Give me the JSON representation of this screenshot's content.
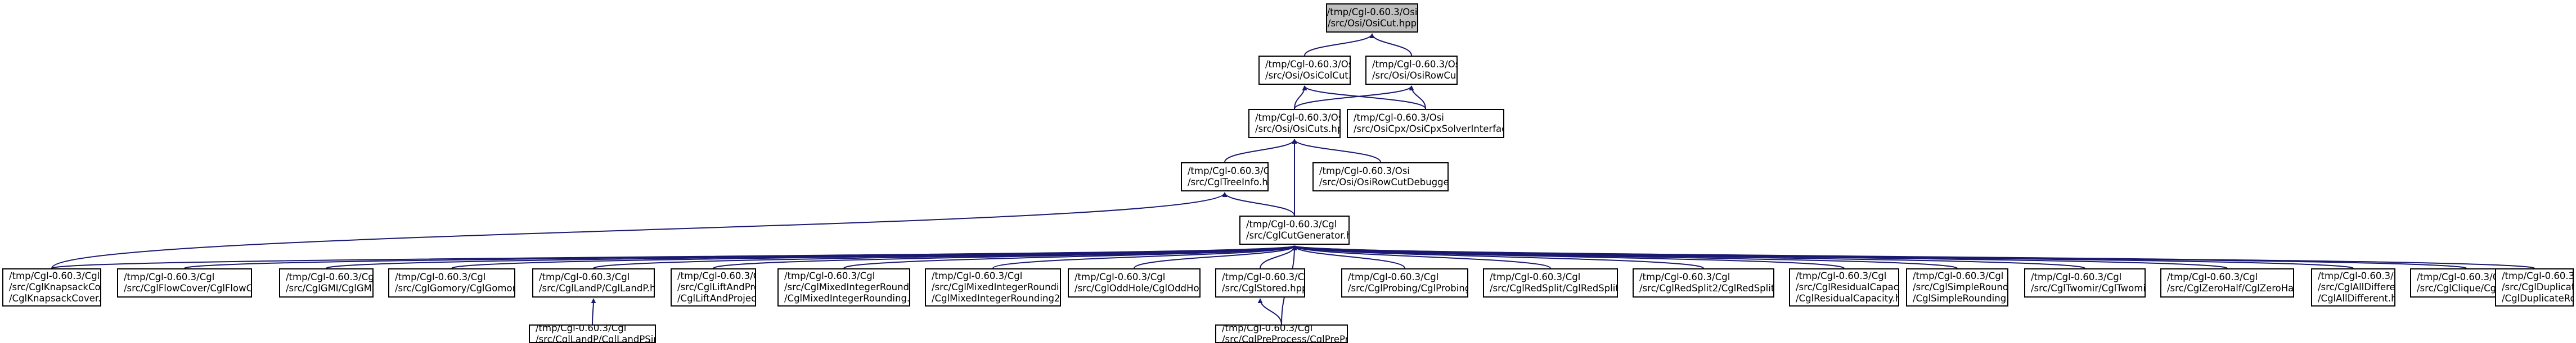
{
  "title": "Dependency graph of /tmp/Cgl-0.60.3/Osi/src/Osi/OsiCut.hpp",
  "colors": {
    "edge": "#191970",
    "border": "#000000",
    "root_fill": "#bfbfbf",
    "node_fill": "#ffffff"
  },
  "nodes": [
    {
      "id": "n0",
      "l1": "/tmp/Cgl-0.60.3/Osi",
      "l2": "/src/Osi/OsiCut.hpp"
    },
    {
      "id": "n1",
      "l1": "/tmp/Cgl-0.60.3/Osi",
      "l2": "/src/Osi/OsiColCut.hpp"
    },
    {
      "id": "n2",
      "l1": "/tmp/Cgl-0.60.3/Osi",
      "l2": "/src/Osi/OsiRowCut.hpp"
    },
    {
      "id": "n3",
      "l1": "/tmp/Cgl-0.60.3/Osi",
      "l2": "/src/Osi/OsiCuts.hpp"
    },
    {
      "id": "n4",
      "l1": "/tmp/Cgl-0.60.3/Osi",
      "l2": "/src/OsiCpx/OsiCpxSolverInterface.hpp"
    },
    {
      "id": "n5",
      "l1": "/tmp/Cgl-0.60.3/Cgl",
      "l2": "/src/CglTreeInfo.hpp"
    },
    {
      "id": "n6",
      "l1": "/tmp/Cgl-0.60.3/Osi",
      "l2": "/src/Osi/OsiRowCutDebugger.hpp"
    },
    {
      "id": "n7",
      "l1": "/tmp/Cgl-0.60.3/Cgl",
      "l2": "/src/CglCutGenerator.hpp"
    },
    {
      "id": "n8",
      "l1": "/tmp/Cgl-0.60.3/Cgl",
      "l2": "/src/CglKnapsackCover",
      "l3": "/CglKnapsackCover.hpp"
    },
    {
      "id": "n9",
      "l1": "/tmp/Cgl-0.60.3/Cgl",
      "l2": "/src/CglFlowCover/CglFlowCover.hpp"
    },
    {
      "id": "n10",
      "l1": "/tmp/Cgl-0.60.3/Cgl",
      "l2": "/src/CglGMI/CglGMI.hpp"
    },
    {
      "id": "n11",
      "l1": "/tmp/Cgl-0.60.3/Cgl",
      "l2": "/src/CglGomory/CglGomory.hpp"
    },
    {
      "id": "n12",
      "l1": "/tmp/Cgl-0.60.3/Cgl",
      "l2": "/src/CglLandP/CglLandP.hpp"
    },
    {
      "id": "n13",
      "l1": "/tmp/Cgl-0.60.3/Cgl",
      "l2": "/src/CglLiftAndProject",
      "l3": "/CglLiftAndProject.hpp"
    },
    {
      "id": "n14",
      "l1": "/tmp/Cgl-0.60.3/Cgl",
      "l2": "/src/CglMixedIntegerRounding",
      "l3": "/CglMixedIntegerRounding.hpp"
    },
    {
      "id": "n15",
      "l1": "/tmp/Cgl-0.60.3/Cgl",
      "l2": "/src/CglMixedIntegerRounding2",
      "l3": "/CglMixedIntegerRounding2.hpp"
    },
    {
      "id": "n16",
      "l1": "/tmp/Cgl-0.60.3/Cgl",
      "l2": "/src/CglOddHole/CglOddHole.hpp"
    },
    {
      "id": "n17",
      "l1": "/tmp/Cgl-0.60.3/Cgl",
      "l2": "/src/CglStored.hpp"
    },
    {
      "id": "n18",
      "l1": "/tmp/Cgl-0.60.3/Cgl",
      "l2": "/src/CglProbing/CglProbing.hpp"
    },
    {
      "id": "n19",
      "l1": "/tmp/Cgl-0.60.3/Cgl",
      "l2": "/src/CglRedSplit/CglRedSplit.hpp"
    },
    {
      "id": "n20",
      "l1": "/tmp/Cgl-0.60.3/Cgl",
      "l2": "/src/CglRedSplit2/CglRedSplit2.hpp"
    },
    {
      "id": "n21",
      "l1": "/tmp/Cgl-0.60.3/Cgl",
      "l2": "/src/CglResidualCapacity",
      "l3": "/CglResidualCapacity.hpp"
    },
    {
      "id": "n22",
      "l1": "/tmp/Cgl-0.60.3/Cgl",
      "l2": "/src/CglSimpleRounding",
      "l3": "/CglSimpleRounding.hpp"
    },
    {
      "id": "n23",
      "l1": "/tmp/Cgl-0.60.3/Cgl",
      "l2": "/src/CglTwomir/CglTwomir.hpp"
    },
    {
      "id": "n24",
      "l1": "/tmp/Cgl-0.60.3/Cgl",
      "l2": "/src/CglZeroHalf/CglZeroHalf.hpp"
    },
    {
      "id": "n25",
      "l1": "/tmp/Cgl-0.60.3/Cgl",
      "l2": "/src/CglAllDifferent",
      "l3": "/CglAllDifferent.hpp"
    },
    {
      "id": "n26",
      "l1": "/tmp/Cgl-0.60.3/Cgl",
      "l2": "/src/CglClique/CglClique.hpp"
    },
    {
      "id": "n27",
      "l1": "/tmp/Cgl-0.60.3/Cgl",
      "l2": "/src/CglDuplicateRow",
      "l3": "/CglDuplicateRow.hpp"
    },
    {
      "id": "n28",
      "l1": "/tmp/Cgl-0.60.3/Cgl",
      "l2": "/src/CglLandP/CglLandPSimplex.hpp"
    },
    {
      "id": "n29",
      "l1": "/tmp/Cgl-0.60.3/Cgl",
      "l2": "/src/CglPreProcess/CglPreProcess.hpp"
    }
  ],
  "edges": [
    [
      "n1",
      "n0"
    ],
    [
      "n2",
      "n0"
    ],
    [
      "n3",
      "n1"
    ],
    [
      "n3",
      "n2"
    ],
    [
      "n4",
      "n2"
    ],
    [
      "n4",
      "n1"
    ],
    [
      "n5",
      "n3"
    ],
    [
      "n6",
      "n3"
    ],
    [
      "n7",
      "n3"
    ],
    [
      "n7",
      "n5"
    ],
    [
      "n8",
      "n5"
    ],
    [
      "n8",
      "n7"
    ],
    [
      "n9",
      "n7"
    ],
    [
      "n10",
      "n7"
    ],
    [
      "n11",
      "n7"
    ],
    [
      "n12",
      "n7"
    ],
    [
      "n13",
      "n7"
    ],
    [
      "n14",
      "n7"
    ],
    [
      "n15",
      "n7"
    ],
    [
      "n16",
      "n7"
    ],
    [
      "n17",
      "n7"
    ],
    [
      "n18",
      "n7"
    ],
    [
      "n19",
      "n7"
    ],
    [
      "n20",
      "n7"
    ],
    [
      "n21",
      "n7"
    ],
    [
      "n22",
      "n7"
    ],
    [
      "n23",
      "n7"
    ],
    [
      "n24",
      "n7"
    ],
    [
      "n25",
      "n7"
    ],
    [
      "n26",
      "n7"
    ],
    [
      "n27",
      "n7"
    ],
    [
      "n28",
      "n12"
    ],
    [
      "n29",
      "n17"
    ],
    [
      "n29",
      "n7"
    ]
  ]
}
